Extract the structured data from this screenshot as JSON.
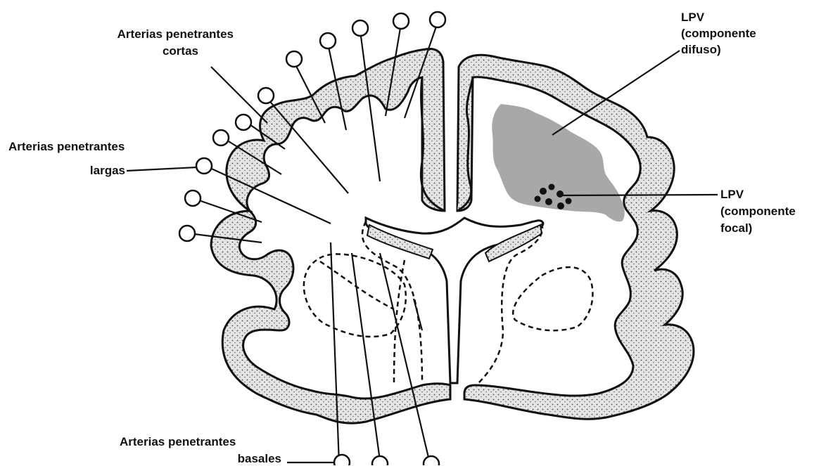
{
  "labels": {
    "short_arteries_line1": "Arterias penetrantes",
    "short_arteries_line2": "cortas",
    "long_arteries_line1": "Arterias penetrantes",
    "long_arteries_line2": "largas",
    "basal_arteries_line1": "Arterias penetrantes",
    "basal_arteries_line2": "basales",
    "diffuse_line1": "LPV",
    "diffuse_line2": "(componente",
    "diffuse_line3": "difuso)",
    "focal_line1": "LPV",
    "focal_line2": "(componente",
    "focal_line3": "focal)"
  },
  "colors": {
    "ink": "#111111",
    "cortex_fill": "#d9d9d9",
    "diffuse_lesion": "#a8a8a8",
    "focal_lesion": "#111111"
  }
}
